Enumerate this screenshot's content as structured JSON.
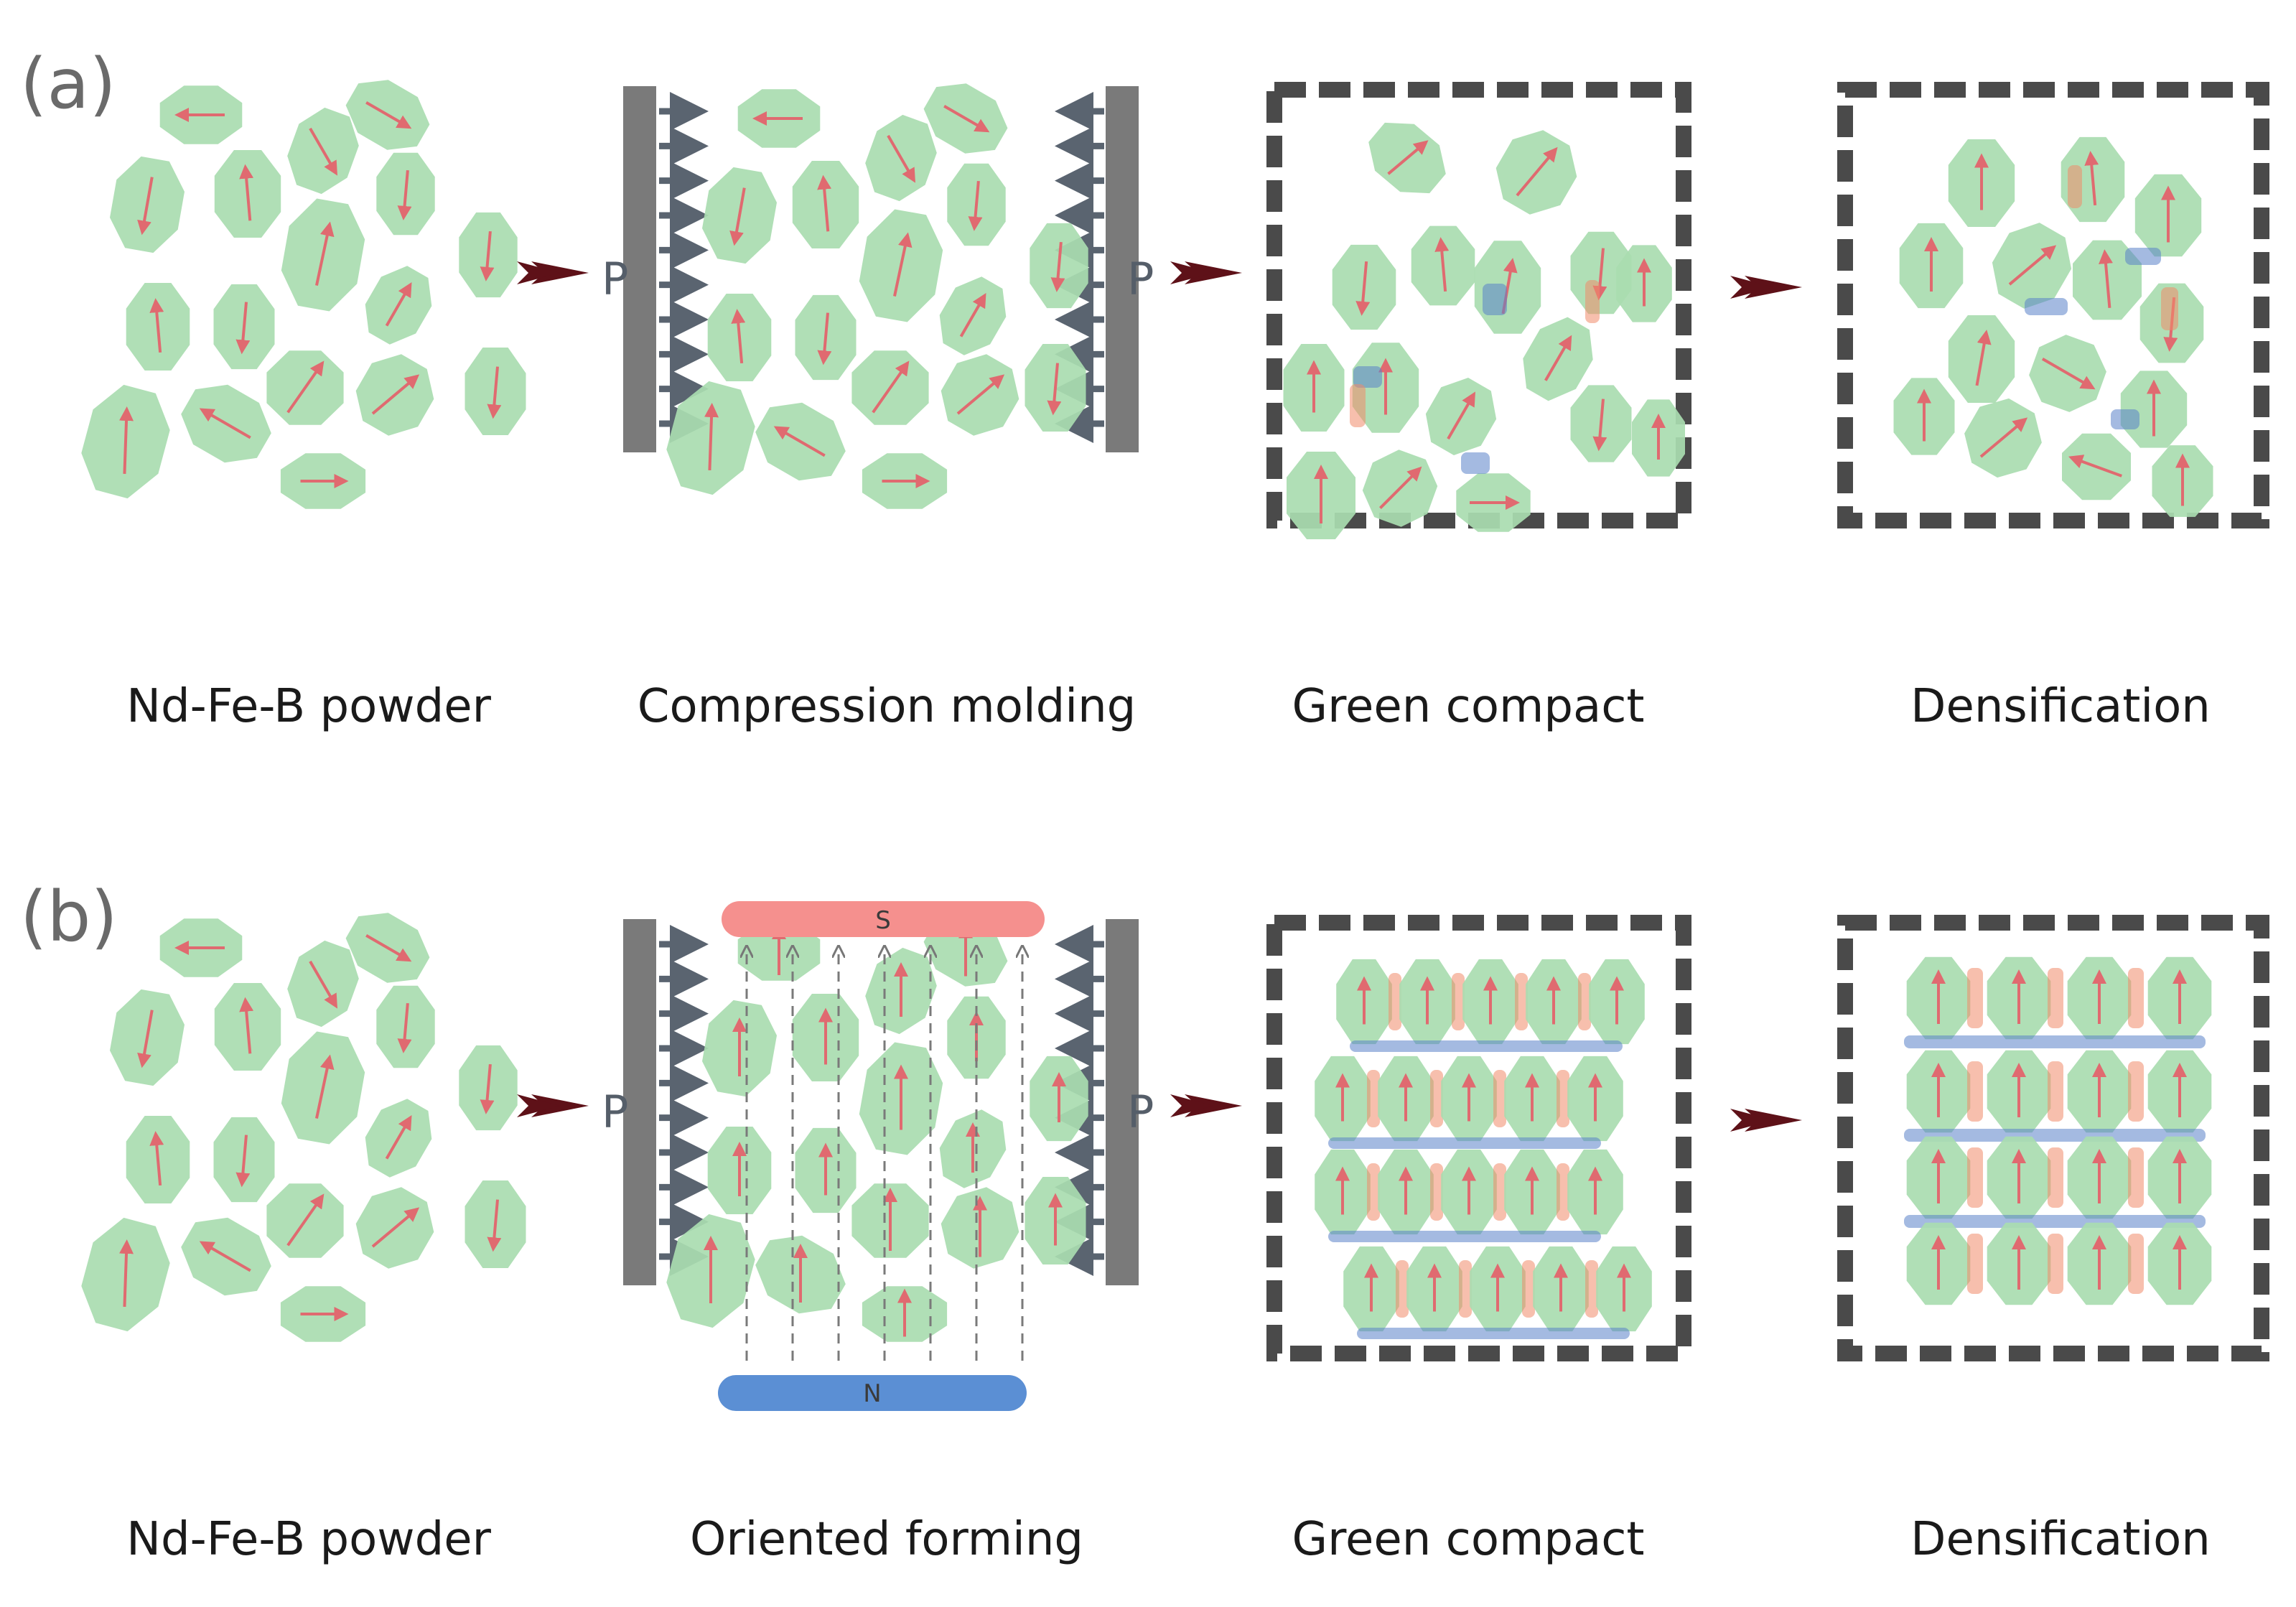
{
  "panels": [
    {
      "label": "(a)",
      "captions": [
        "Nd-Fe-B powder",
        "Compression molding",
        "Green compact",
        "Densification"
      ],
      "press_label": "P"
    },
    {
      "label": "(b)",
      "captions": [
        "Nd-Fe-B powder",
        "Oriented forming",
        "Green compact",
        "Densification"
      ],
      "press_label": "P",
      "magnet": {
        "top_pole": "S",
        "bottom_pole": "N"
      }
    }
  ],
  "colors": {
    "grain_fill": "#a9dcb0",
    "moment_arrow": "#e06a70",
    "interface_blue": "#5a82c8",
    "interface_red": "#f08a6a",
    "process_arrow": "#5e1118",
    "press_plate": "#7a7a7a",
    "pressure_arrow": "#5a6470",
    "magnet_s": "#f5908e",
    "magnet_n": "#5b8fd4",
    "frame": "#4a4a4a"
  },
  "icons": [
    "process-arrow-icon",
    "pressure-arrow-icon",
    "magnetization-arrow-icon"
  ]
}
